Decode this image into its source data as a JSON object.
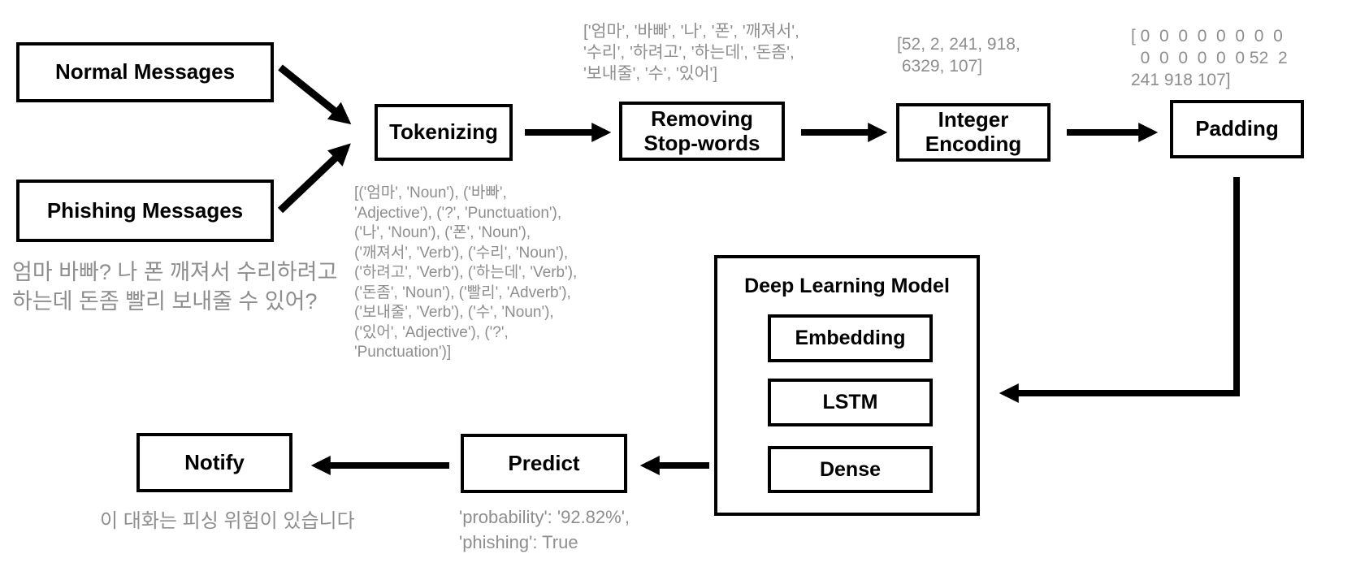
{
  "colors": {
    "line": "#000000",
    "annotation": "#8e8e8e",
    "background": "#ffffff"
  },
  "boxes": {
    "normal_messages": {
      "label": "Normal Messages"
    },
    "phishing_messages": {
      "label": "Phishing Messages"
    },
    "tokenizing": {
      "label": "Tokenizing"
    },
    "removing_stop_words": {
      "label": "Removing\nStop-words"
    },
    "integer_encoding": {
      "label": "Integer\nEncoding"
    },
    "padding": {
      "label": "Padding"
    },
    "deep_learning_model": {
      "title": "Deep Learning Model",
      "layers": [
        "Embedding",
        "LSTM",
        "Dense"
      ]
    },
    "predict": {
      "label": "Predict"
    },
    "notify": {
      "label": "Notify"
    }
  },
  "annotations": {
    "phishing_example": "엄마 바빠? 나 폰 깨져서 수리하려고\n하는데 돈좀 빨리 보내줄 수 있어?",
    "tokenized": "[('엄마', 'Noun'), ('바빠',\n'Adjective'), ('?', 'Punctuation'),\n('나', 'Noun'), ('폰', 'Noun'),\n('깨져서', 'Verb'), ('수리', 'Noun'),\n('하려고', 'Verb'), ('하는데', 'Verb'),\n('돈좀', 'Noun'), ('빨리', 'Adverb'),\n('보내줄', 'Verb'), ('수', 'Noun'),\n('있어', 'Adjective'), ('?',\n'Punctuation')]",
    "stop_words_removed": "['엄마', '바빠', '나', '폰', '깨져서',\n'수리', '하려고', '하는데', '돈좀',\n'보내줄', '수', '있어']",
    "integer_encoded": "[52, 2, 241, 918,\n 6329, 107]",
    "padded": "[ 0  0  0  0  0  0  0  0\n  0  0  0  0  0  0 52  2\n241 918 107]",
    "prediction": "'probability': '92.82%',\n'phishing': True",
    "notification": "이 대화는 피싱 위험이 있습니다"
  }
}
